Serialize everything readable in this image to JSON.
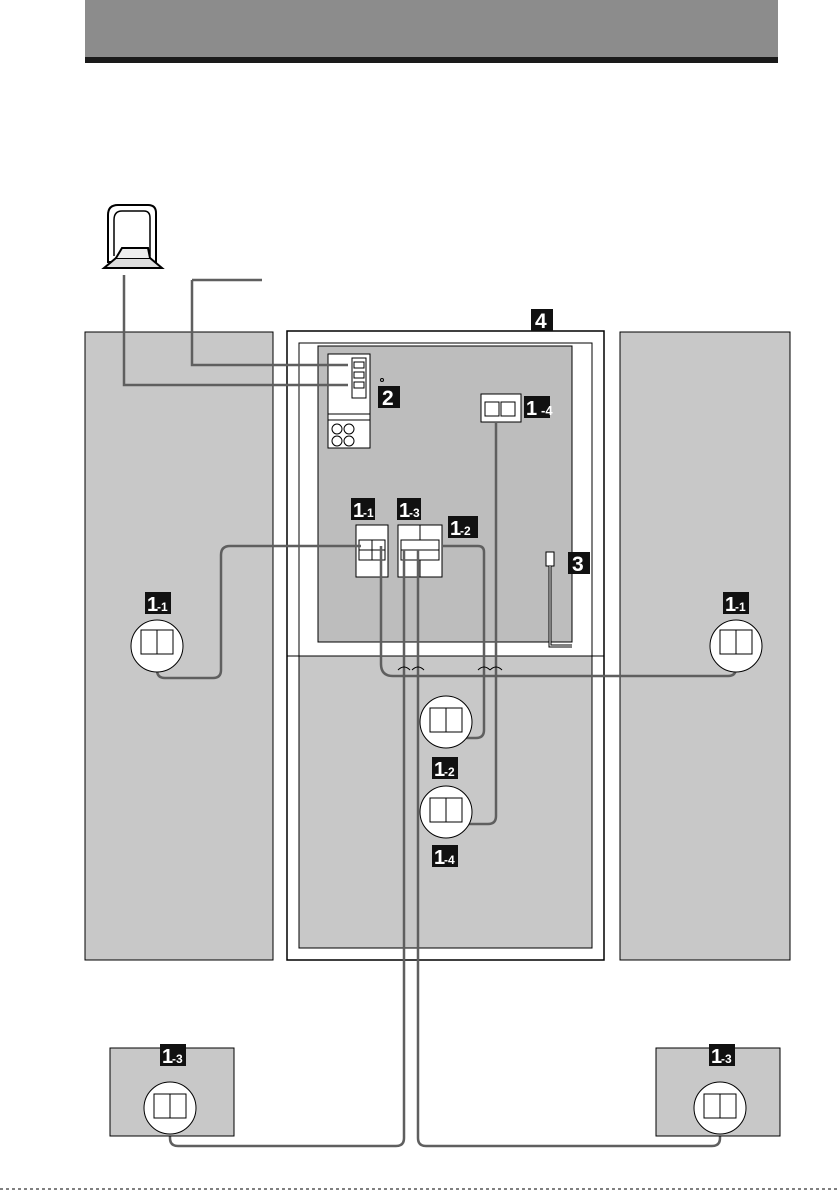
{
  "colors": {
    "header_bar": "#8c8c8c",
    "header_rule": "#1a1a1a",
    "panel_fill": "#c8c8c8",
    "inner_fill": "#bdbdbd",
    "outline": "#000000",
    "cable": "#5f5f5f",
    "label_bg": "#111111",
    "label_fg": "#ffffff"
  },
  "callouts": {
    "step_2": {
      "num": "2",
      "sub": ""
    },
    "step_3": {
      "num": "3",
      "sub": ""
    },
    "step_4": {
      "num": "4",
      "sub": ""
    },
    "step_1_1_unit": {
      "num": "1",
      "sub": "-1"
    },
    "step_1_3_unit": {
      "num": "1",
      "sub": "-3"
    },
    "step_1_2_unit": {
      "num": "1",
      "sub": "-2"
    },
    "step_1_4_unit": {
      "num": "1",
      "sub": "-4"
    },
    "step_1_1_left_speaker": {
      "num": "1",
      "sub": "-1"
    },
    "step_1_1_right_speaker": {
      "num": "1",
      "sub": "-1"
    },
    "step_1_2_center_speaker": {
      "num": "1",
      "sub": "-2"
    },
    "step_1_4_subwoofer": {
      "num": "1",
      "sub": "-4"
    },
    "step_1_3_rear_left": {
      "num": "1",
      "sub": "-3"
    },
    "step_1_3_rear_right": {
      "num": "1",
      "sub": "-3"
    }
  },
  "icons": {
    "loop_antenna": "loop-antenna-icon",
    "terminal": "speaker-terminal-icon",
    "ac_cord": "power-cord-icon"
  }
}
